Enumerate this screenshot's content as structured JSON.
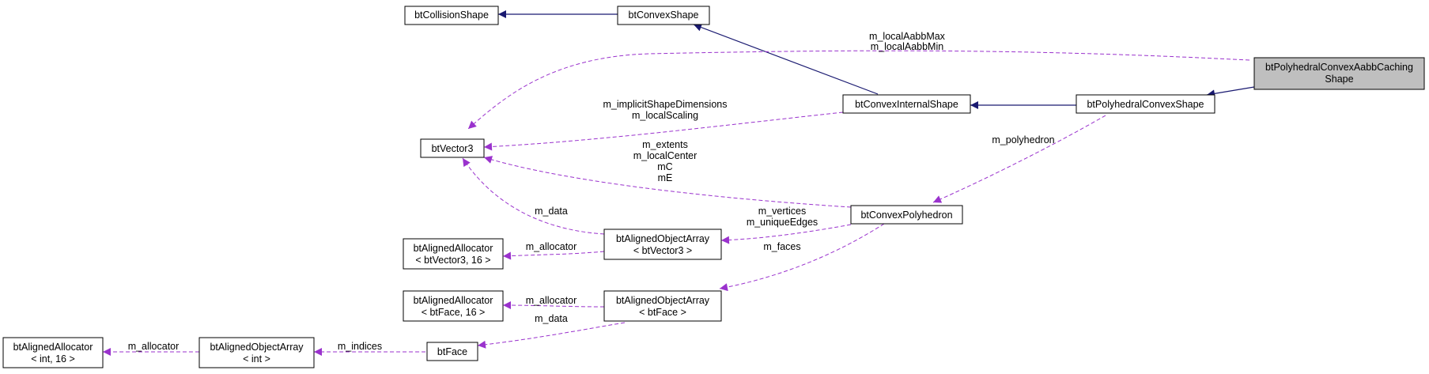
{
  "colors": {
    "inheritance_edge": "#191970",
    "usage_edge": "#9a32cd",
    "focus_fill": "#bfbfbf",
    "node_fill": "#ffffff",
    "node_border": "#000000"
  },
  "nodes": {
    "bt_collision_shape": [
      "btCollisionShape"
    ],
    "bt_convex_shape": [
      "btConvexShape"
    ],
    "bt_polyhedral_convex_aabb_caching_shape": [
      "btPolyhedralConvexAabbCaching",
      "Shape"
    ],
    "bt_convex_internal_shape": [
      "btConvexInternalShape"
    ],
    "bt_polyhedral_convex_shape": [
      "btPolyhedralConvexShape"
    ],
    "bt_vector3": [
      "btVector3"
    ],
    "bt_convex_polyhedron": [
      "btConvexPolyhedron"
    ],
    "bt_aligned_allocator_vector3": [
      "btAlignedAllocator",
      "< btVector3, 16 >"
    ],
    "bt_aligned_object_array_vector3": [
      "btAlignedObjectArray",
      "< btVector3 >"
    ],
    "bt_aligned_allocator_face": [
      "btAlignedAllocator",
      "< btFace, 16 >"
    ],
    "bt_aligned_object_array_face": [
      "btAlignedObjectArray",
      "< btFace >"
    ],
    "bt_aligned_allocator_int": [
      "btAlignedAllocator",
      "< int, 16 >"
    ],
    "bt_aligned_object_array_int": [
      "btAlignedObjectArray",
      "< int >"
    ],
    "bt_face": [
      "btFace"
    ]
  },
  "edge_labels": {
    "aabb": [
      "m_localAabbMax",
      "m_localAabbMin"
    ],
    "implicit": [
      "m_implicitShapeDimensions",
      "m_localScaling"
    ],
    "polyhedron": [
      "m_polyhedron"
    ],
    "extents": [
      "m_extents",
      "m_localCenter",
      "mC",
      "mE"
    ],
    "data_vector3": [
      "m_data"
    ],
    "vertices": [
      "m_vertices",
      "m_uniqueEdges"
    ],
    "allocator_vector3": [
      "m_allocator"
    ],
    "faces": [
      "m_faces"
    ],
    "allocator_face": [
      "m_allocator"
    ],
    "data_face": [
      "m_data"
    ],
    "allocator_int": [
      "m_allocator"
    ],
    "indices": [
      "m_indices"
    ]
  }
}
